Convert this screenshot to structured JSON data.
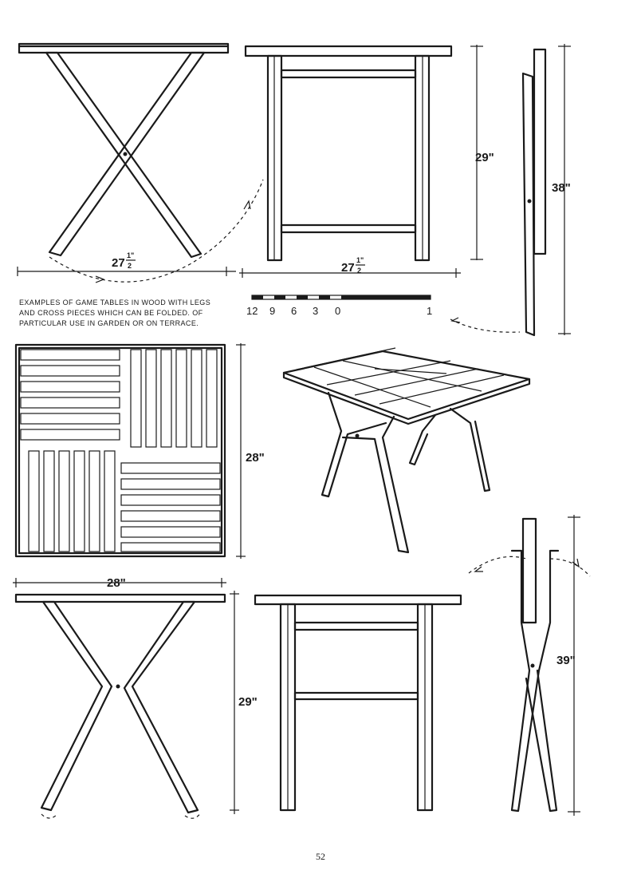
{
  "caption": {
    "lines": [
      "EXAMPLES OF GAME TABLES IN WOOD WITH LEGS",
      "AND CROSS PIECES WHICH CAN BE FOLDED. OF",
      "PARTICULAR USE IN GARDEN OR ON TERRACE."
    ]
  },
  "dimensions": {
    "top_left_width_whole": "27",
    "top_left_width_frac_num": "1\"",
    "top_left_width_frac_den": "2",
    "top_mid_width_whole": "27",
    "top_mid_width_frac_num": "1\"",
    "top_mid_width_frac_den": "2",
    "top_height": "29\"",
    "top_folded_height": "38\"",
    "top_plan_height": "28\"",
    "bottom_width": "28\"",
    "bottom_height": "29\"",
    "bottom_folded_height": "39\""
  },
  "scale_bar": {
    "labels": [
      "12",
      "9",
      "6",
      "3",
      "0",
      "1"
    ]
  },
  "page_number": "52"
}
